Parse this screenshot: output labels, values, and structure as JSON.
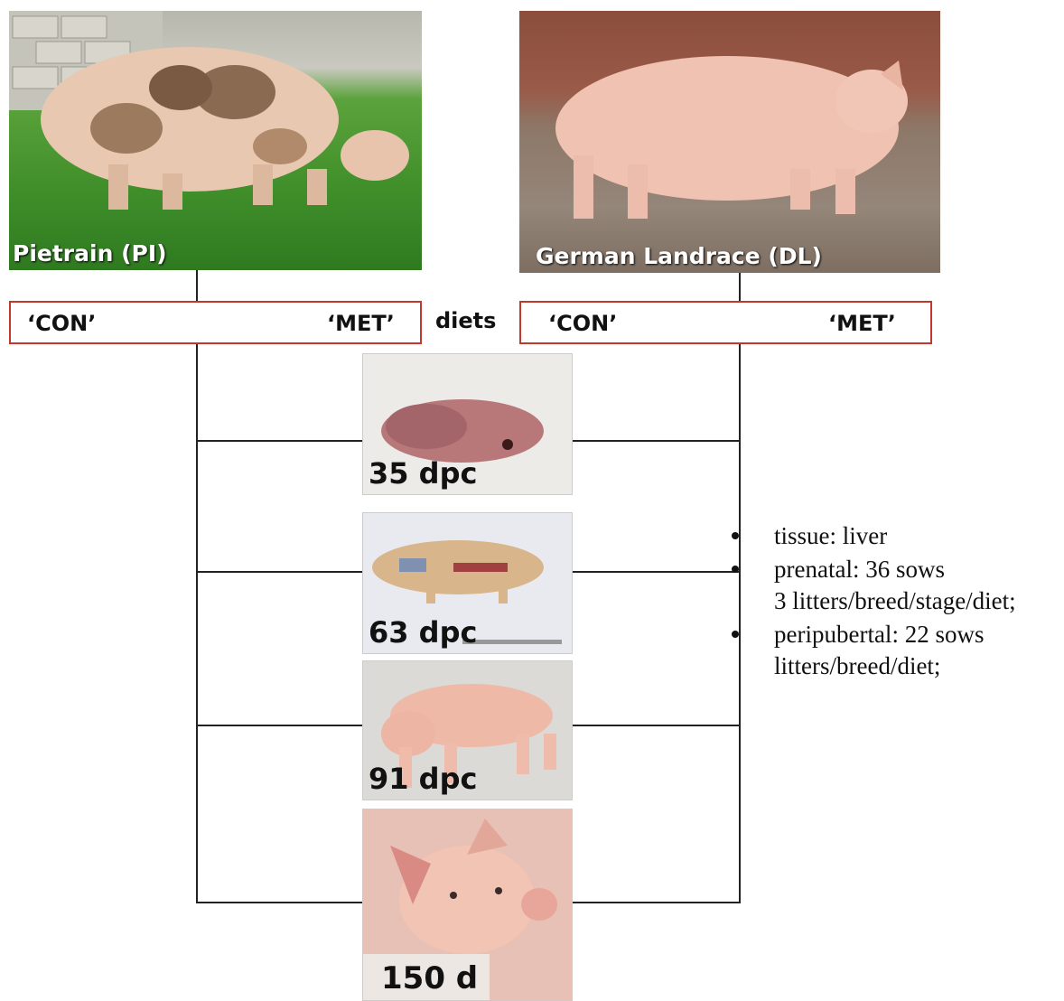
{
  "breeds": {
    "left": {
      "caption": "Pietrain (PI)"
    },
    "right": {
      "caption": "German Landrace (DL)"
    }
  },
  "diets": {
    "left_con": "‘CON’",
    "left_met": "‘MET’",
    "center": "diets",
    "right_con": "‘CON’",
    "right_met": "‘MET’"
  },
  "stages": [
    {
      "label": "35 dpc"
    },
    {
      "label": "63 dpc"
    },
    {
      "label": "91 dpc"
    },
    {
      "label": "150 d"
    }
  ],
  "info": {
    "line1": "tissue: liver",
    "line2": "prenatal: 36 sows",
    "line3": "3 litters/breed/stage/diet;",
    "line4": "peripubertal: 22 sows",
    "line5": "litters/breed/diet;"
  },
  "colors": {
    "box_border": "#c0392b"
  }
}
